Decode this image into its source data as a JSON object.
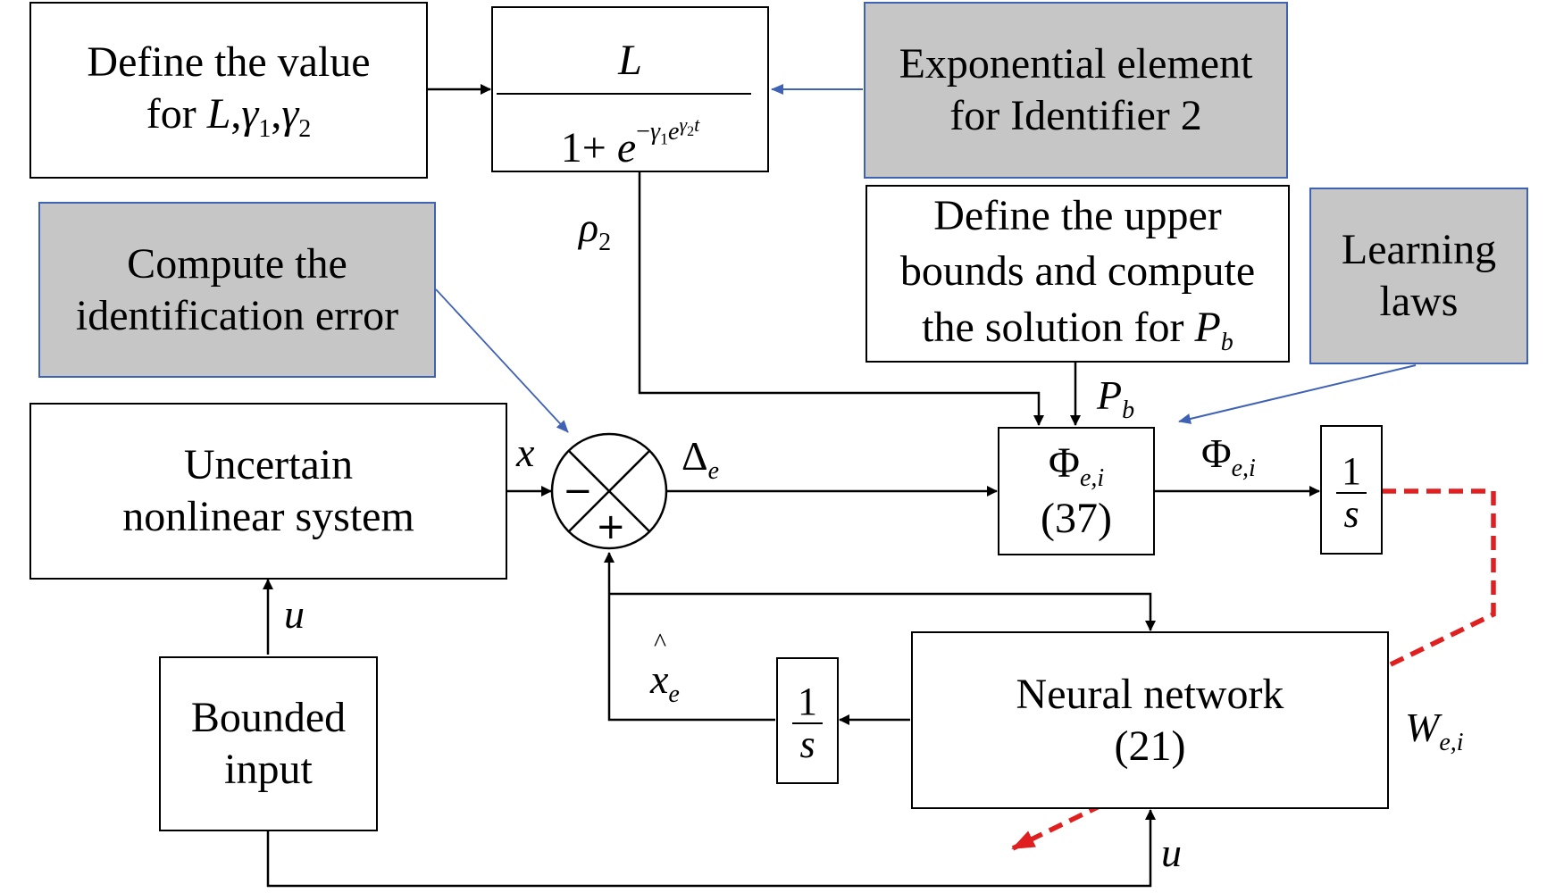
{
  "blocks": {
    "define_value": {
      "line1": "Define the value",
      "line2_prefix": "for ",
      "L": "L",
      "gamma": "γ",
      "sub1": "1",
      "sub2": "2"
    },
    "exponential_note": {
      "line1": "Exponential element",
      "line2": "for Identifier 2"
    },
    "compute_error_note": {
      "line1": "Compute the",
      "line2": "identification error"
    },
    "upper_bounds": {
      "line1": "Define the upper",
      "line2": "bounds and compute",
      "line3_prefix": "the solution for ",
      "P": "P",
      "sub": "b"
    },
    "learning_laws_note": {
      "line1": "Learning",
      "line2": "laws"
    },
    "uncertain_system": {
      "line1": "Uncertain",
      "line2": "nonlinear system"
    },
    "phi_block": {
      "symbol": "Φ",
      "sub": "e,i",
      "eq": "(37)"
    },
    "integrator": {
      "num": "1",
      "den": "s"
    },
    "neural_network": {
      "line1": "Neural network",
      "line2": "(21)"
    },
    "bounded_input": {
      "line1": "Bounded",
      "line2": "input"
    },
    "sigmoid": {
      "numerator": "L",
      "den_prefix": "1+ ",
      "e": "e",
      "exp_minus": "−",
      "gamma": "γ",
      "sub1": "1",
      "e2": "e",
      "sub2": "2",
      "t": "t"
    }
  },
  "signals": {
    "rho": "ρ",
    "rho_sub": "2",
    "x": "x",
    "delta": "Δ",
    "delta_sub": "e",
    "pb": "P",
    "pb_sub": "b",
    "phi": "Φ",
    "phi_sub": "e,i",
    "u_top": "u",
    "u_bottom": "u",
    "xhat": "x",
    "xhat_hat": "^",
    "xhat_sub": "e",
    "w": "W",
    "w_sub": "e,i"
  },
  "summer": {
    "minus": "−",
    "plus": "+"
  },
  "colors": {
    "note_fill": "#c6c6c6",
    "note_border": "#3f62b4",
    "annotation_arrow": "#3f62b4",
    "weight_path": "#e02020"
  }
}
